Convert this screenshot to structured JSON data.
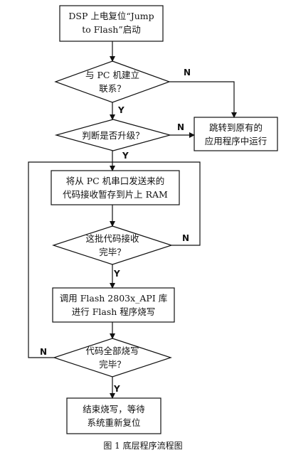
{
  "nodes": {
    "start": {
      "l1": "DSP 上电复位“Jump",
      "l2": "to Flash”启动"
    },
    "connect_pc": {
      "l1": "与 PC 机建立",
      "l2": "联系？"
    },
    "check_upgrade": {
      "l1": "判断是否升级？"
    },
    "jump_app": {
      "l1": "跳转到原有的",
      "l2": "应用程序中运行"
    },
    "receive_code": {
      "l1": "将从 PC 机串口发送来的",
      "l2": "代码接收暂存到片上 RAM"
    },
    "batch_done": {
      "l1": "这批代码接收",
      "l2": "完毕？"
    },
    "call_api": {
      "l1": "调用 Flash 2803x_API 库",
      "l2": "进行 Flash 程序烧写"
    },
    "all_done": {
      "l1": "代码全部烧写",
      "l2": "完毕？"
    },
    "finish": {
      "l1": "结束烧写，等待",
      "l2": "系统重新复位"
    }
  },
  "labels": {
    "yes": "Y",
    "no": "N"
  },
  "caption": "图 1 底层程序流程图"
}
